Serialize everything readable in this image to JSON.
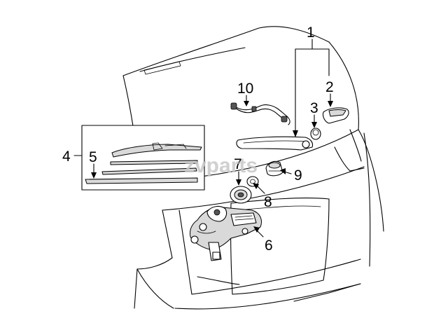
{
  "watermark": "zvparts",
  "callouts": [
    {
      "id": "1",
      "label": "1"
    },
    {
      "id": "2",
      "label": "2"
    },
    {
      "id": "3",
      "label": "3"
    },
    {
      "id": "4",
      "label": "4"
    },
    {
      "id": "5",
      "label": "5"
    },
    {
      "id": "6",
      "label": "6"
    },
    {
      "id": "7",
      "label": "7"
    },
    {
      "id": "8",
      "label": "8"
    },
    {
      "id": "9",
      "label": "9"
    },
    {
      "id": "10",
      "label": "10"
    }
  ],
  "colors": {
    "line": "#000000",
    "background": "#ffffff",
    "watermark": "#c8c8c8"
  }
}
